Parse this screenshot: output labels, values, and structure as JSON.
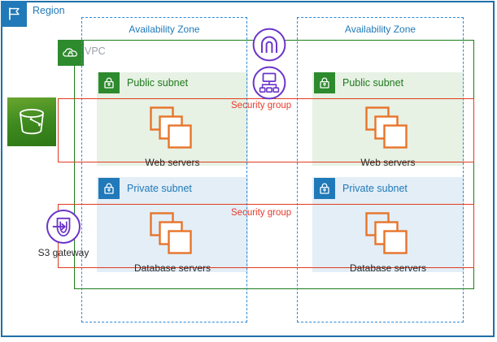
{
  "region": {
    "label": "Region",
    "icon": "flag-icon",
    "border_color": "#1f6fa8",
    "badge_color": "#2079b8"
  },
  "vpc": {
    "label": "VPC",
    "icon": "vpc-cloud-lock-icon",
    "border_color": "#1a7d1a",
    "badge_color": "#2d8a2d",
    "text_color": "#9aa0a6"
  },
  "availability_zones": [
    {
      "label": "Availability Zone",
      "position": "left"
    },
    {
      "label": "Availability Zone",
      "position": "right"
    }
  ],
  "az_style": {
    "border_color": "#2e8ad6",
    "label_color": "#2079b8",
    "border_style": "dashed"
  },
  "subnets": [
    {
      "name": "Public subnet",
      "type": "public",
      "zone": "left",
      "icon": "lock-icon",
      "badge_color": "#2d8a2d",
      "text_color": "#1d7a1d",
      "band_color": "#e7f1e4"
    },
    {
      "name": "Public subnet",
      "type": "public",
      "zone": "right",
      "icon": "lock-icon",
      "badge_color": "#2d8a2d",
      "text_color": "#1d7a1d",
      "band_color": "#e7f1e4"
    },
    {
      "name": "Private subnet",
      "type": "private",
      "zone": "left",
      "icon": "lock-icon",
      "badge_color": "#2079b8",
      "text_color": "#2079b8",
      "band_color": "#e3eef7"
    },
    {
      "name": "Private subnet",
      "type": "private",
      "zone": "right",
      "icon": "lock-icon",
      "badge_color": "#2079b8",
      "text_color": "#2079b8",
      "band_color": "#e3eef7"
    }
  ],
  "security_groups": [
    {
      "label": "Security group",
      "tier": "web",
      "color": "#e03c1f"
    },
    {
      "label": "Security group",
      "tier": "database",
      "color": "#e03c1f"
    }
  ],
  "server_groups": [
    {
      "label": "Web servers",
      "zone": "left",
      "icon": "instances-stack-icon",
      "color": "#e8742a"
    },
    {
      "label": "Web servers",
      "zone": "right",
      "icon": "instances-stack-icon",
      "color": "#e8742a"
    },
    {
      "label": "Database servers",
      "zone": "left",
      "icon": "instances-stack-icon",
      "color": "#e8742a"
    },
    {
      "label": "Database servers",
      "zone": "right",
      "icon": "instances-stack-icon",
      "color": "#e8742a"
    }
  ],
  "standalone": {
    "s3_bucket": {
      "label": "",
      "icon": "s3-bucket-icon",
      "color": "#3e8b20"
    },
    "s3_gateway": {
      "label": "S3 gateway",
      "icon": "gateway-endpoint-icon",
      "color": "#6b35c9"
    },
    "internet_gateway": {
      "label": "",
      "icon": "internet-gateway-icon",
      "color": "#6b35c9"
    },
    "router": {
      "label": "",
      "icon": "router-icon",
      "color": "#6b35c9"
    }
  }
}
